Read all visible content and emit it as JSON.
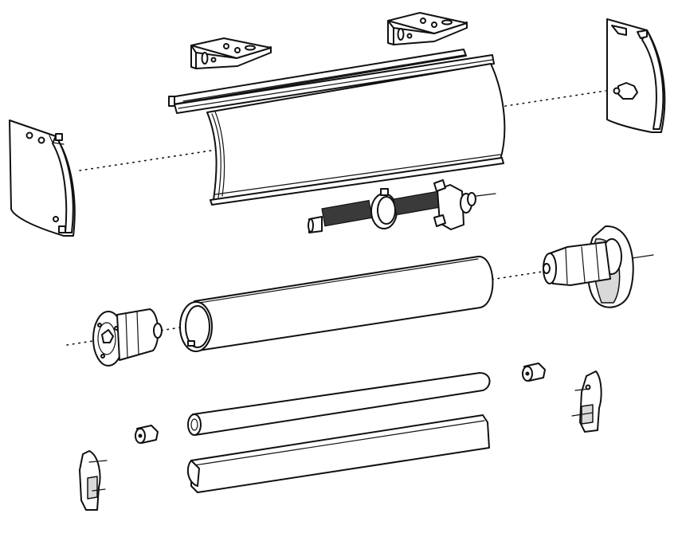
{
  "diagram": {
    "kind": "exploded-assembly",
    "line_color": "#111111",
    "background_color": "#ffffff",
    "components": [
      {
        "id": "mounting-bracket",
        "count": 2
      },
      {
        "id": "cassette-headrail",
        "count": 1
      },
      {
        "id": "left-end-cap",
        "count": 1
      },
      {
        "id": "right-end-cap",
        "count": 1
      },
      {
        "id": "spring-axle",
        "count": 1
      },
      {
        "id": "roller-tube",
        "count": 1
      },
      {
        "id": "idler-end-plug",
        "count": 1
      },
      {
        "id": "chain-clutch-drive",
        "count": 1
      },
      {
        "id": "bottom-weight-bar",
        "count": 1
      },
      {
        "id": "bottom-rail",
        "count": 1
      },
      {
        "id": "bar-end-plug",
        "count": 2
      },
      {
        "id": "bottom-rail-end-cap",
        "count": 2
      }
    ]
  }
}
